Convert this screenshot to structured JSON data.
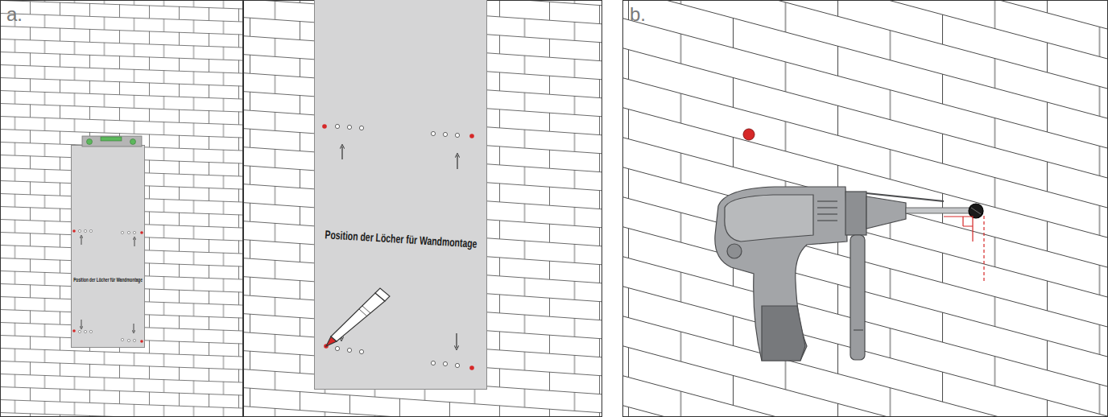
{
  "diagram": {
    "nodes": [
      {
        "text": [
          "Position der Löcher für Wandmontage"
        ]
      },
      {
        "text": [
          "Position der Löcher für Wandmontage"
        ]
      }
    ],
    "labels": [
      "a.",
      "b."
    ]
  }
}
